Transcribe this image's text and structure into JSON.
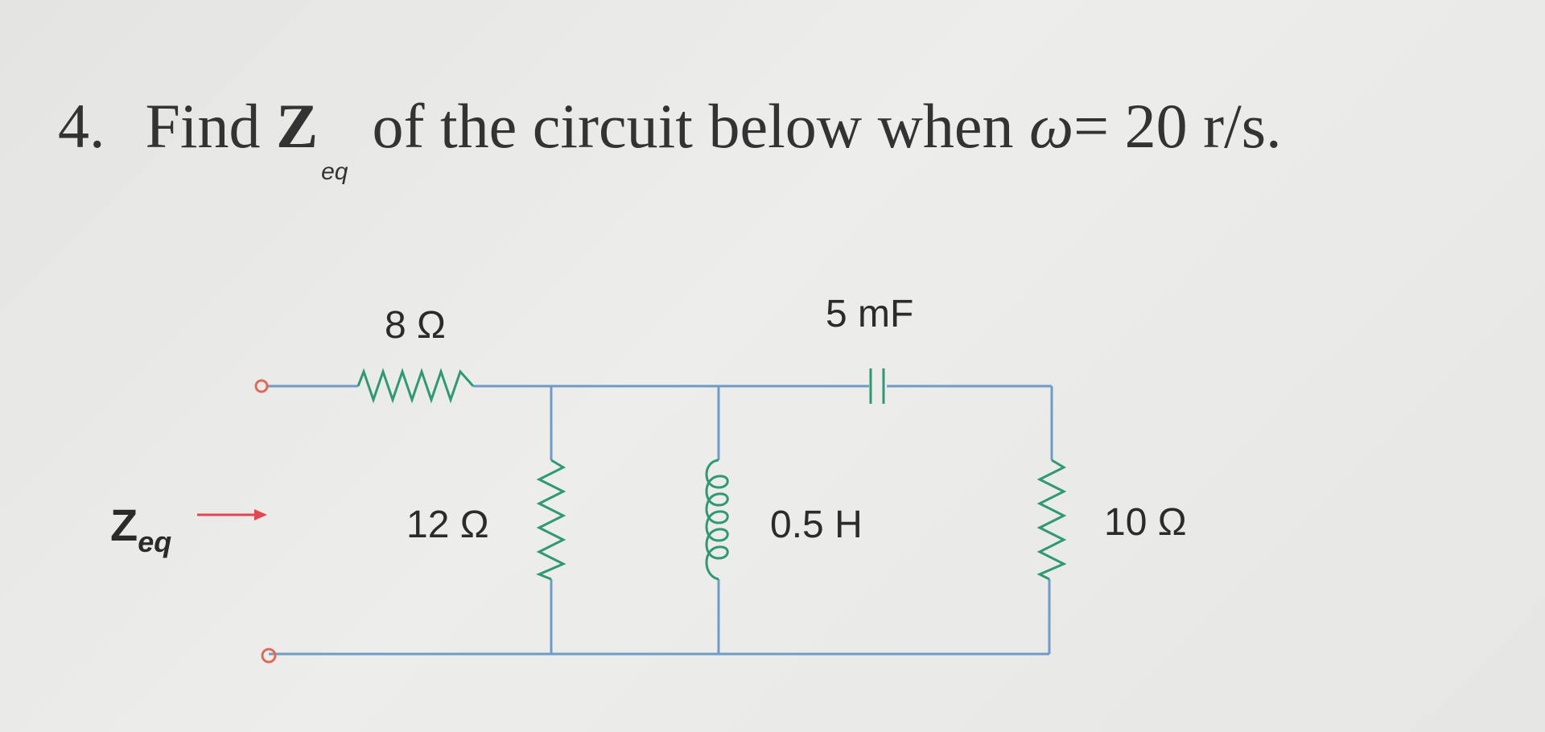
{
  "question": {
    "number": "4.",
    "find": "Find",
    "z_symbol": "Z",
    "z_subscript": "eq",
    "text_mid": "of the circuit below when",
    "omega_symbol": "ω",
    "condition": "= 20 r/s."
  },
  "circuit": {
    "r_series_label": "8 Ω",
    "capacitor_label": "5 mF",
    "r_shunt1_label": "12 Ω",
    "inductor_label": "0.5 H",
    "r_shunt2_label": "10 Ω",
    "zeq_symbol": "Z",
    "zeq_subscript": "eq"
  },
  "colors": {
    "wire": "#6f9bc8",
    "component": "#2f9a72",
    "arrow": "#e0474f",
    "terminal": "#e06a5a",
    "text": "#2b2b2b"
  }
}
